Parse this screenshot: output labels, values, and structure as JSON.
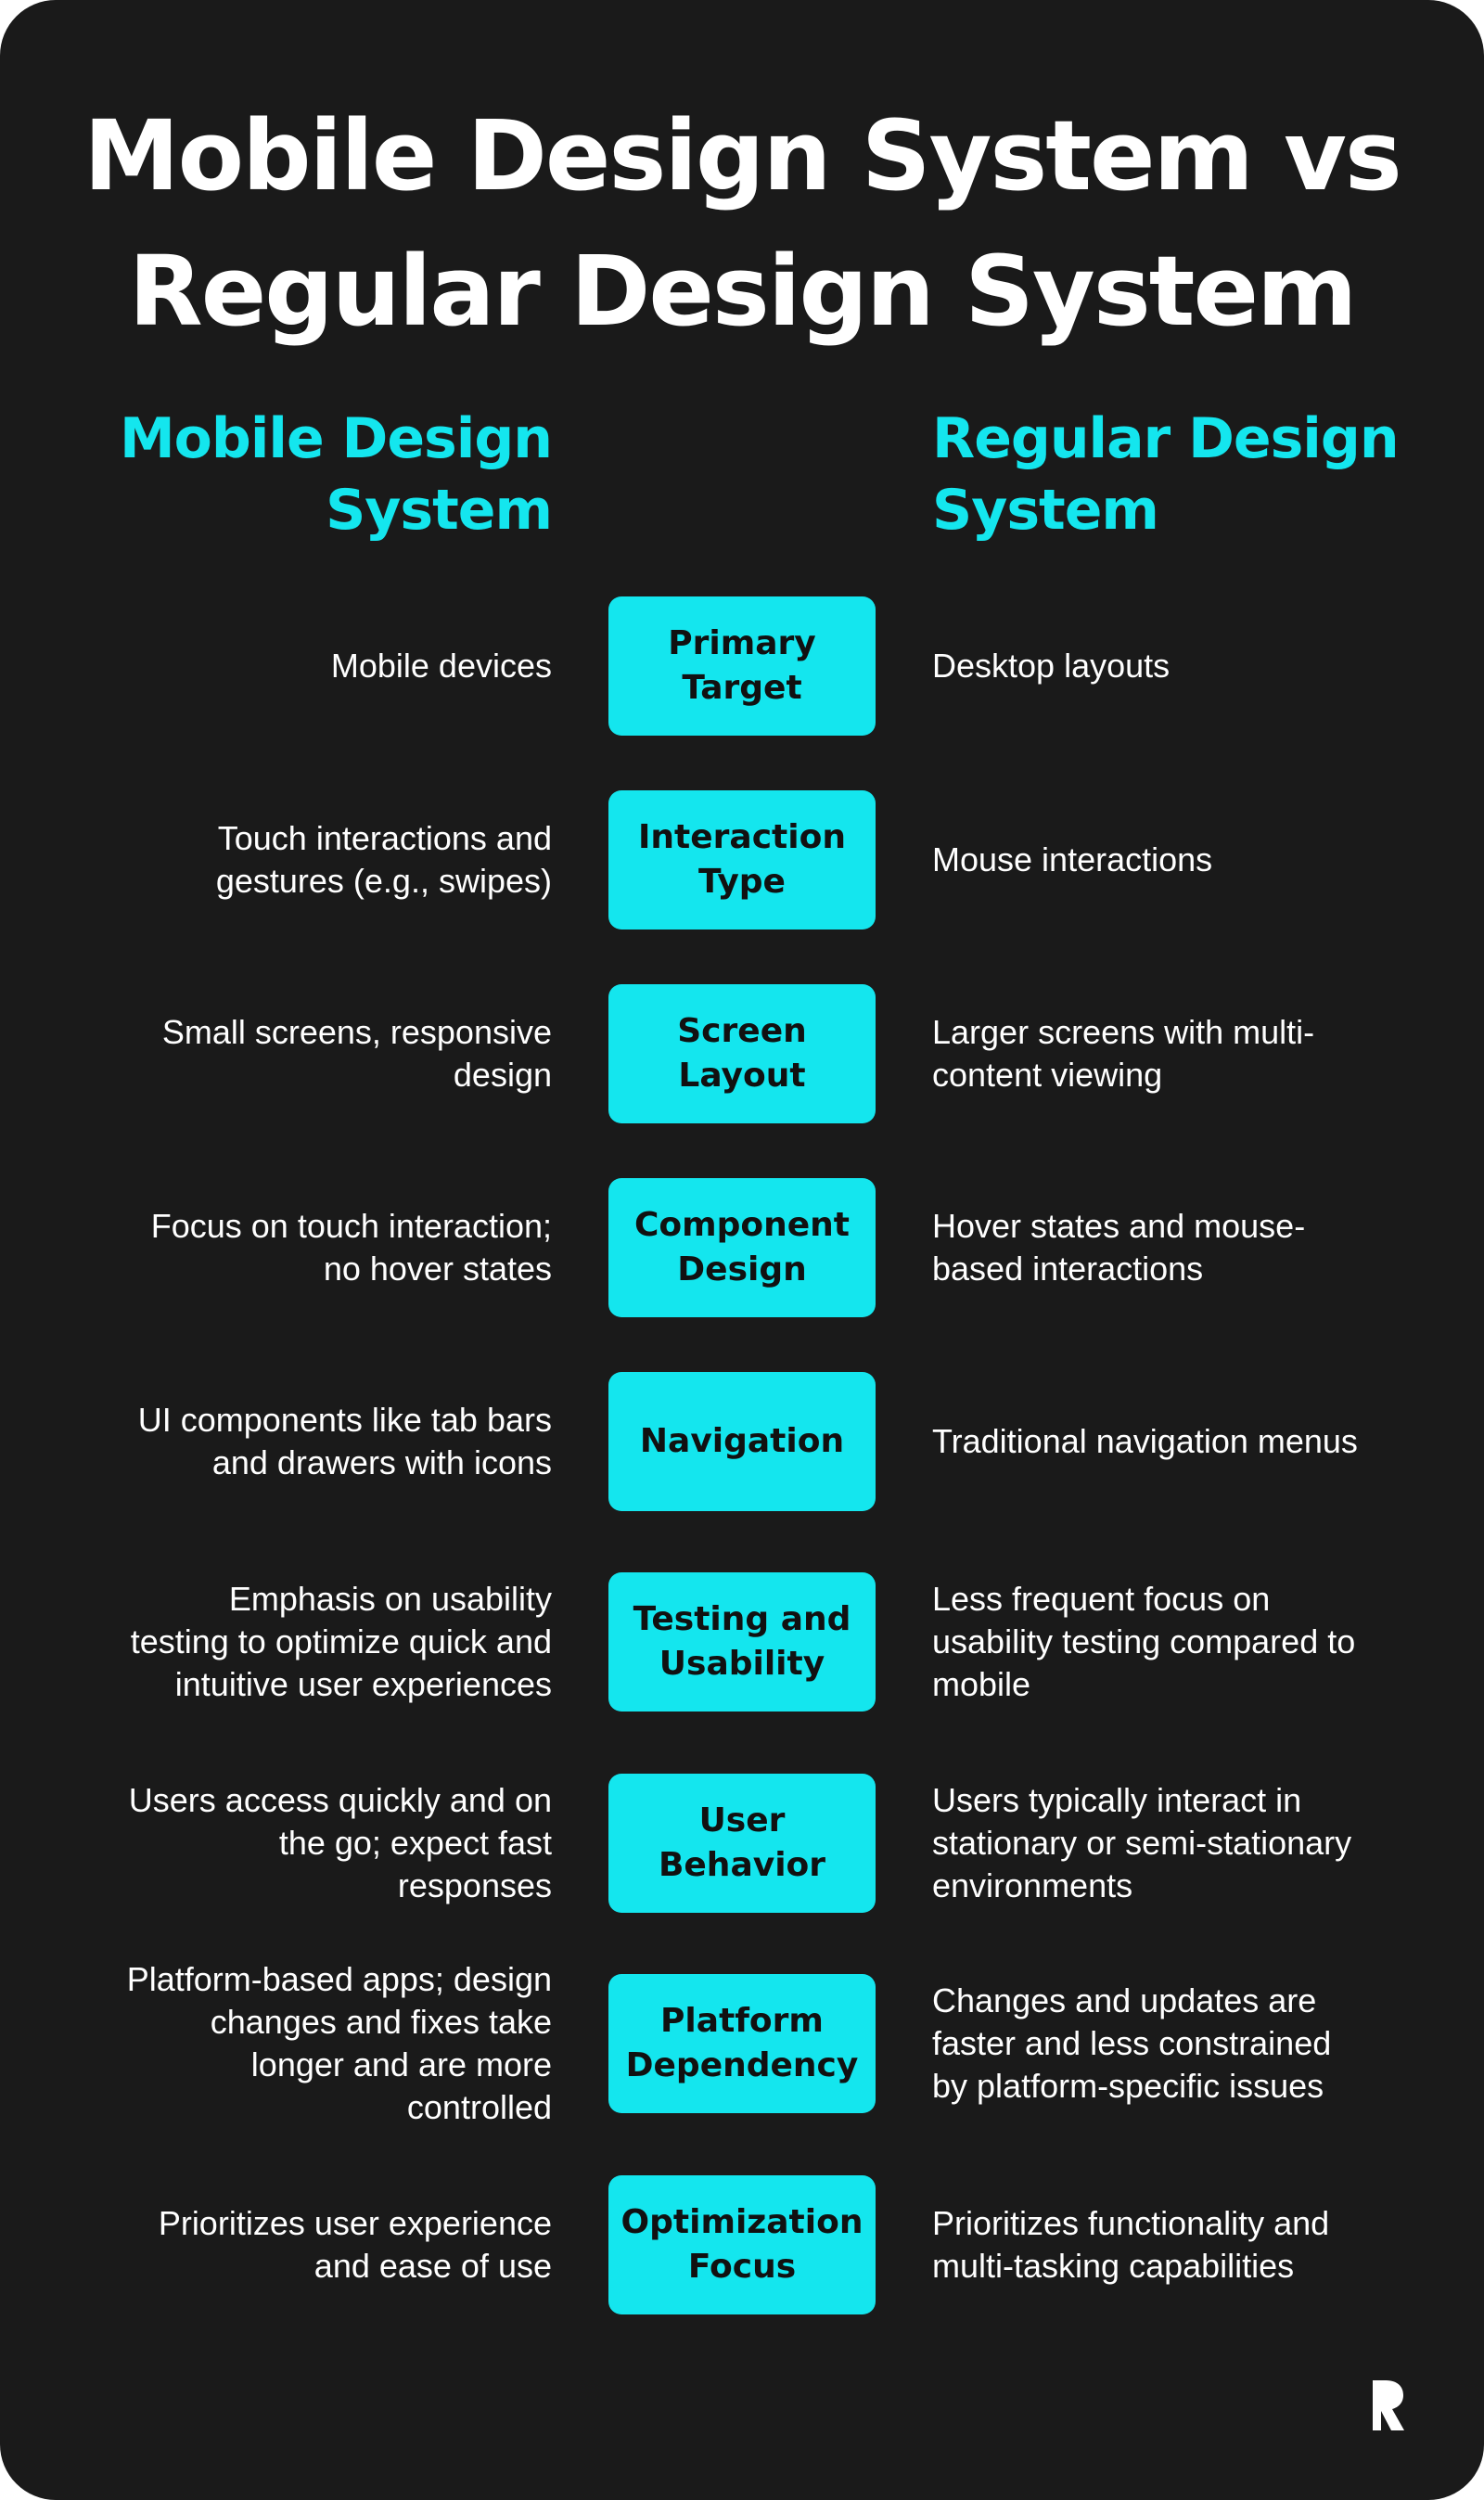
{
  "title": {
    "line1": "Mobile Design System vs",
    "line2": "Regular Design System"
  },
  "columns": {
    "mobile": "Mobile Design System",
    "regular": "Regular Design System"
  },
  "rows": [
    {
      "category": "Primary Target",
      "mobile": "Mobile devices",
      "regular": "Desktop layouts"
    },
    {
      "category": "Interaction Type",
      "mobile": "Touch interactions and gestures (e.g., swipes)",
      "regular": "Mouse interactions"
    },
    {
      "category": "Screen Layout",
      "mobile": "Small screens, responsive design",
      "regular": "Larger screens with multi-content viewing"
    },
    {
      "category": "Component Design",
      "mobile": "Focus on touch interaction; no hover states",
      "regular": "Hover states and mouse-based interactions"
    },
    {
      "category": "Navigation",
      "mobile": "UI components like tab bars and drawers with icons",
      "regular": "Traditional navigation menus"
    },
    {
      "category": "Testing and Usability",
      "mobile": "Emphasis on usability testing to optimize quick and intuitive user experiences",
      "regular": "Less frequent focus on usability testing compared to mobile"
    },
    {
      "category": "User Behavior",
      "mobile": "Users access quickly and on the go; expect fast responses",
      "regular": "Users typically interact in stationary or semi-stationary environments"
    },
    {
      "category": "Platform Dependency",
      "mobile": "Platform-based apps; design changes and fixes take longer and are more controlled",
      "regular": "Changes and updates are faster and less constrained by platform-specific issues"
    },
    {
      "category": "Optimization Focus",
      "mobile": "Prioritizes user experience and ease of use",
      "regular": "Prioritizes functionality and multi-tasking capabilities"
    }
  ],
  "colors": {
    "background": "#1a1a1a",
    "accent": "#14e6ee",
    "text": "#ffffff"
  },
  "logo": {
    "icon": "brand-r-logo-icon"
  }
}
